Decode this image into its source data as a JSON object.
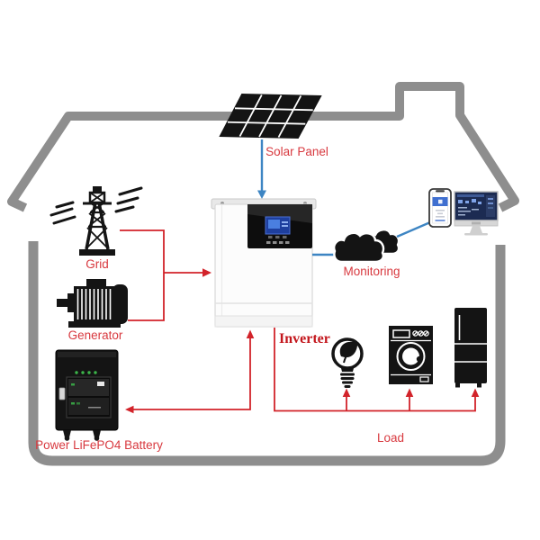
{
  "colors": {
    "house_gray": "#8e8e8e",
    "label_red": "#d8393f",
    "inverter_red": "#c3161c",
    "arrow_red": "#d2232a",
    "arrow_blue": "#3d85c3",
    "icon_black": "#141414",
    "lcd_blue": "#1e3f9e",
    "screen_navy": "#1c2b52",
    "led_green": "#3cb54a"
  },
  "diagram": {
    "labels": {
      "solar_panel": "Solar Panel",
      "grid": "Grid",
      "generator": "Generator",
      "battery": "Power LiFePO4 Battery",
      "inverter": "Inverter",
      "monitoring": "Monitoring",
      "load": "Load"
    },
    "icons": {
      "solar_panel": "solar-panel-icon",
      "grid": "transmission-tower-icon",
      "generator": "electric-motor-icon",
      "battery": "battery-cabinet-icon",
      "inverter": "inverter-unit-icon",
      "monitoring_cloud": "cloud-icon",
      "monitoring_phone": "smartphone-icon",
      "monitoring_computer": "desktop-monitor-icon",
      "load_bulb": "eco-lightbulb-icon",
      "load_washer": "washing-machine-icon",
      "load_fridge": "refrigerator-icon",
      "house": "house-outline-icon"
    },
    "connections": [
      {
        "from": "solar_panel",
        "to": "inverter",
        "style": "blue-arrow"
      },
      {
        "from": "grid",
        "to": "inverter",
        "style": "red-arrow"
      },
      {
        "from": "generator",
        "to": "inverter",
        "style": "red-arrow"
      },
      {
        "from": "inverter",
        "to": "battery",
        "style": "red-arrow-bidirectional"
      },
      {
        "from": "inverter",
        "to": "load",
        "style": "red-arrow"
      },
      {
        "from": "inverter",
        "to": "monitoring",
        "style": "blue-line"
      }
    ]
  }
}
